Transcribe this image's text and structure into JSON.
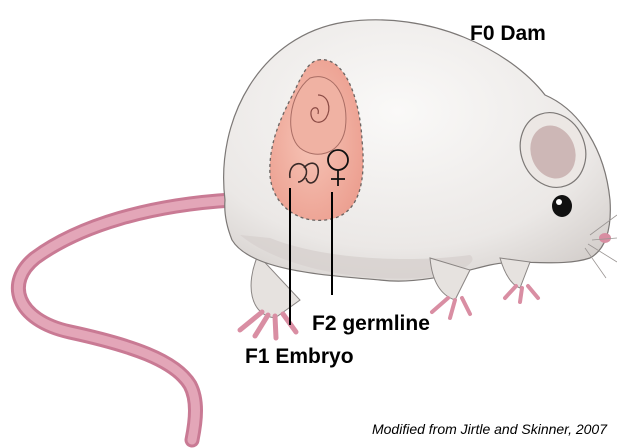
{
  "labels": {
    "dam": "F0 Dam",
    "germline": "F2 germline",
    "embryo": "F1 Embryo"
  },
  "credit": "Modified from Jirtle and Skinner, 2007",
  "colors": {
    "body": "#efedec",
    "body_shadow": "#d9d4d1",
    "tail": "#d98aa3",
    "paws": "#e3a0b2",
    "ear": "#c9b3b2",
    "uterus": "#f2b6a7",
    "embryo": "#e28f83",
    "outline": "#6e6a68",
    "text": "#000000"
  },
  "icons": {
    "germline_symbol": "female-symbol-icon",
    "embryo_symbol": "embryo-icon"
  }
}
